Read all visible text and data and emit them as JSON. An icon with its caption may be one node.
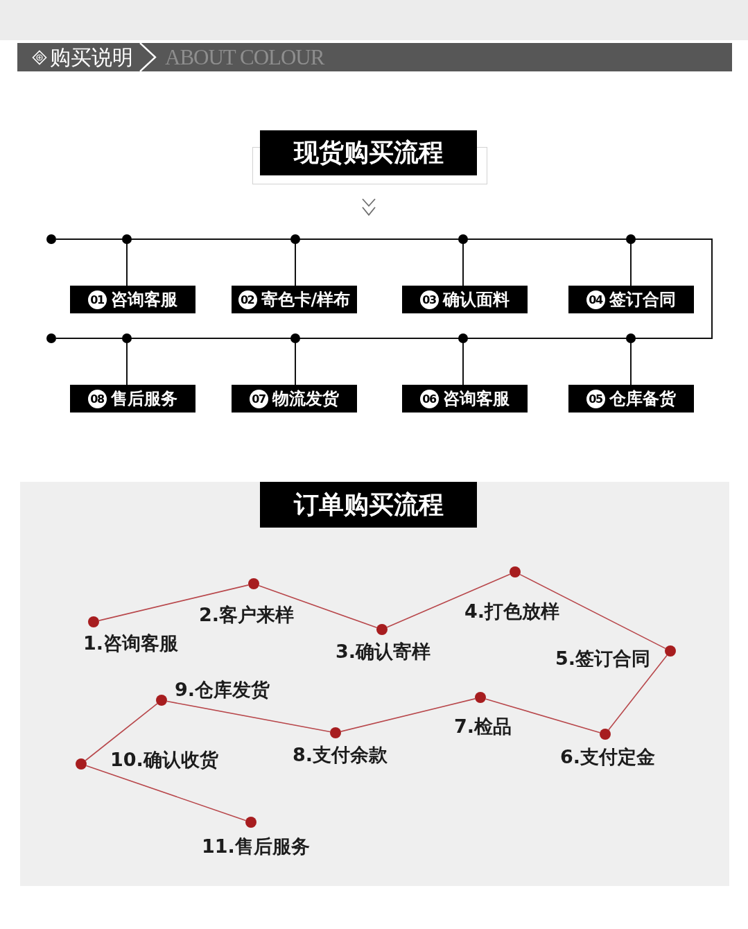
{
  "diagram": {
    "nodes": [
      {
        "text": [
          "购买说明",
          "ABOUT COLOUR"
        ]
      },
      {
        "text": [
          "现货购买流程"
        ]
      },
      {
        "text": [],
        "shape": "circle"
      },
      {
        "text": [
          "01",
          "咨询客服"
        ]
      },
      {
        "text": [
          "02",
          "寄色卡/样布"
        ]
      },
      {
        "text": [
          "03",
          "确认面料"
        ]
      },
      {
        "text": [
          "04",
          "签订合同"
        ]
      },
      {
        "text": [
          "05",
          "仓库备货"
        ]
      },
      {
        "text": [
          "06",
          "咨询客服"
        ]
      },
      {
        "text": [
          "07",
          "物流发货"
        ]
      },
      {
        "text": [
          "08",
          "售后服务"
        ]
      },
      {
        "text": [],
        "shape": "circle"
      },
      {
        "text": [
          "订单购买流程"
        ]
      },
      {
        "text": [],
        "shape": "circle",
        "beside": [
          "1.咨询客服"
        ]
      },
      {
        "text": [],
        "shape": "circle",
        "beside": [
          "2.客户来样"
        ]
      },
      {
        "text": [],
        "shape": "circle",
        "beside": [
          "3.确认寄样"
        ]
      },
      {
        "text": [],
        "shape": "circle",
        "beside": [
          "4.打色放样"
        ]
      },
      {
        "text": [],
        "shape": "circle",
        "beside": [
          "5.签订合同"
        ]
      },
      {
        "text": [],
        "shape": "circle",
        "beside": [
          "6.支付定金"
        ]
      },
      {
        "text": [],
        "shape": "circle",
        "beside": [
          "7.检品"
        ]
      },
      {
        "text": [],
        "shape": "circle",
        "beside": [
          "8.支付余款"
        ]
      },
      {
        "text": [],
        "shape": "circle",
        "beside": [
          "9.仓库发货"
        ]
      },
      {
        "text": [],
        "shape": "circle",
        "beside": [
          "10.确认收货"
        ]
      },
      {
        "text": [],
        "shape": "circle",
        "beside": [
          "11.售后服务"
        ]
      }
    ],
    "edges": [
      {
        "from": 2,
        "to": 3,
        "arrow": "none",
        "color": "#111111"
      },
      {
        "from": 3,
        "to": 4,
        "arrow": "none",
        "color": "#111111"
      },
      {
        "from": 4,
        "to": 5,
        "arrow": "none",
        "color": "#111111"
      },
      {
        "from": 5,
        "to": 6,
        "arrow": "none",
        "color": "#111111"
      },
      {
        "from": 6,
        "to": 7,
        "arrow": "none",
        "color": "#111111"
      },
      {
        "from": 7,
        "to": 8,
        "arrow": "none",
        "color": "#111111"
      },
      {
        "from": 8,
        "to": 9,
        "arrow": "none",
        "color": "#111111"
      },
      {
        "from": 9,
        "to": 10,
        "arrow": "none",
        "color": "#111111"
      },
      {
        "from": 10,
        "to": 11,
        "arrow": "none",
        "color": "#111111"
      },
      {
        "from": 13,
        "to": 14,
        "arrow": "none",
        "color": "#b8474b"
      },
      {
        "from": 14,
        "to": 15,
        "arrow": "none",
        "color": "#b8474b"
      },
      {
        "from": 15,
        "to": 16,
        "arrow": "none",
        "color": "#b8474b"
      },
      {
        "from": 16,
        "to": 17,
        "arrow": "none",
        "color": "#b8474b"
      },
      {
        "from": 17,
        "to": 18,
        "arrow": "none",
        "color": "#b8474b"
      },
      {
        "from": 18,
        "to": 19,
        "arrow": "none",
        "color": "#b8474b"
      },
      {
        "from": 19,
        "to": 20,
        "arrow": "none",
        "color": "#b8474b"
      },
      {
        "from": 20,
        "to": 21,
        "arrow": "none",
        "color": "#b8474b"
      },
      {
        "from": 21,
        "to": 22,
        "arrow": "none",
        "color": "#b8474b"
      },
      {
        "from": 22,
        "to": 23,
        "arrow": "none",
        "color": "#b8474b"
      }
    ]
  }
}
